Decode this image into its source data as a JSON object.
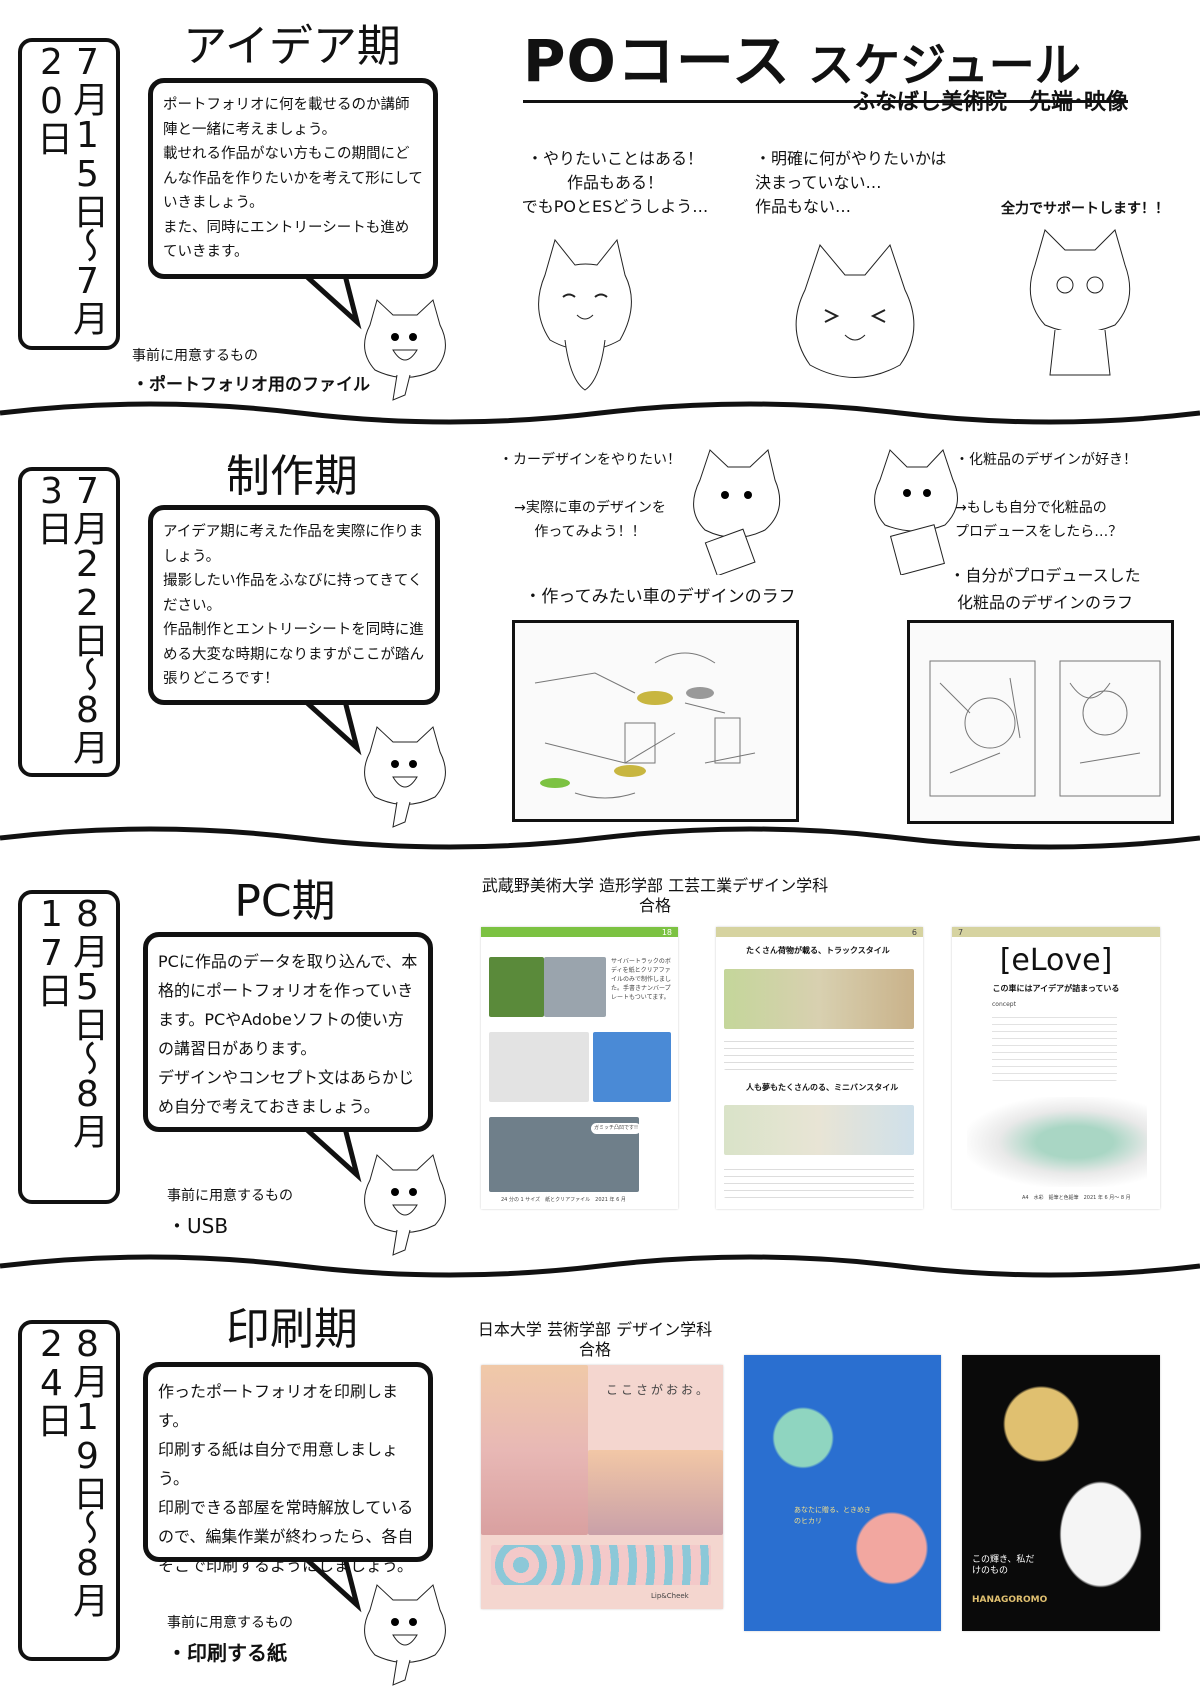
{
  "header": {
    "title": "POコース",
    "title_suffix": "スケジュール",
    "subtitle": "ふなばし美術院　先端･映像"
  },
  "intro": {
    "case1": "・やりたいことはある！\n作品もある！\nでもPOとESどうしよう…",
    "case2": "・明確に何がやりたいかは\n決まっていない…\n作品もない…",
    "support": "全力でサポートします！！"
  },
  "sections": [
    {
      "date": "7月15日〜7月20日",
      "title": "アイデア期",
      "bubble": "ポートフォリオに何を載せるのか講師陣と一緒に考えましょう。\n載せれる作品がない方もこの期間にどんな作品を作りたいかを考えて形にしていきましょう。\nまた、同時にエントリーシートも進めていきます。",
      "prep_label": "事前に用意するもの",
      "prep_item": "・ポートフォリオ用のファイル"
    },
    {
      "date": "7月22日〜8月3日",
      "title": "制作期",
      "bubble": "アイデア期に考えた作品を実際に作りましょう。\n撮影したい作品をふなびに持ってきてください。\n作品制作とエントリーシートを同時に進める大変な時期になりますがここが踏ん張りどころです！",
      "example1_text": "・カーデザインをやりたい！\n\n→実際に車のデザインを\n作ってみよう！！",
      "example1_caption": "・作ってみたい車のデザインのラフ",
      "example2_text": "・化粧品のデザインが好き！\n\n→もしも自分で化粧品の\nプロデュースをしたら…？",
      "example2_caption": "・自分がプロデュースした\n化粧品のデザインのラフ"
    },
    {
      "date": "8月5日〜8月17日",
      "title": "PC期",
      "bubble": "PCに作品のデータを取り込んで、本格的にポートフォリオを作っていきます。PCやAdobeソフトの使い方の講習日があります。\nデザインやコンセプト文はあらかじめ自分で考えておきましょう。",
      "prep_label": "事前に用意するもの",
      "prep_item": "・USB",
      "result": "武蔵野美術大学 造形学部 工芸工業デザイン学科\n合格",
      "pages": [
        {
          "number": "18",
          "text": "サイバートラックのボディを紙とクリアファイルのみで制作しました。手書きナンバープレートもついてます。",
          "footer": "24 分の 1 サイズ　紙とクリアファイル　2021 年 6 月",
          "bubble": "ガミッチ凸凹です!!"
        },
        {
          "number": "6",
          "heading": "たくさん荷物が載る、トラックスタイル",
          "heading2": "人も夢もたくさんのる、ミニバンスタイル"
        },
        {
          "number": "7",
          "logo": "[eLove]",
          "heading": "この車にはアイデアが詰まっている",
          "concept": "concept",
          "footer": "A4　水彩　鉛筆と色鉛筆　2021 年 6 月〜 8 月"
        }
      ]
    },
    {
      "date": "8月19日〜8月24日",
      "title": "印刷期",
      "bubble": "作ったポートフォリオを印刷します。\n印刷する紙は自分で用意しましょう。\n印刷できる部屋を常時解放しているので、編集作業が終わったら、各自そこで印刷するようにしましょう。",
      "prep_label": "事前に用意するもの",
      "prep_item": "・印刷する紙",
      "result": "日本大学 芸術学部 デザイン学科\n合格",
      "works": [
        {
          "text": "ここさがおお。",
          "sub": "Lip&Cheek",
          "color": "#f4d6cf"
        },
        {
          "text": "あなたに贈る、ときめきのヒカリ",
          "color": "#2a6fd0"
        },
        {
          "text": "この輝き、私だけのもの",
          "sub": "HANAGOROMO",
          "color": "#0a0a0a"
        }
      ]
    }
  ],
  "colors": {
    "ink": "#111111",
    "page_green": "#7cc242",
    "page_khaki": "#d6d3a0"
  }
}
